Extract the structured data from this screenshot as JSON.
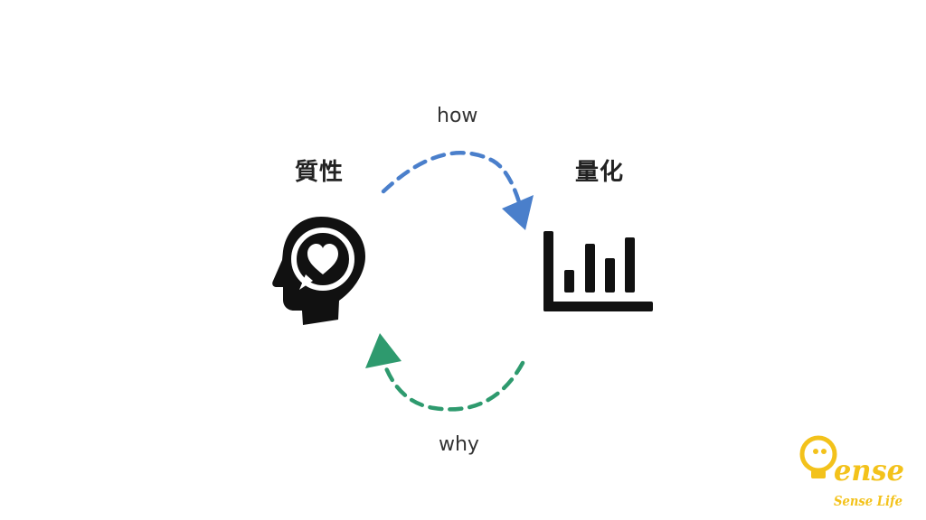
{
  "diagram": {
    "left_node": {
      "label": "質性",
      "icon": "head-heart-icon"
    },
    "right_node": {
      "label": "量化",
      "icon": "bar-chart-icon"
    },
    "top_arrow": {
      "label": "how",
      "color": "#4a7fcb",
      "direction": "left-to-right"
    },
    "bottom_arrow": {
      "label": "why",
      "color": "#2e9a6e",
      "direction": "right-to-left"
    }
  },
  "logo": {
    "wordmark": "Sense",
    "tagline": "Sense Life",
    "color": "#f3c21b",
    "icon": "lightbulb-icon"
  }
}
